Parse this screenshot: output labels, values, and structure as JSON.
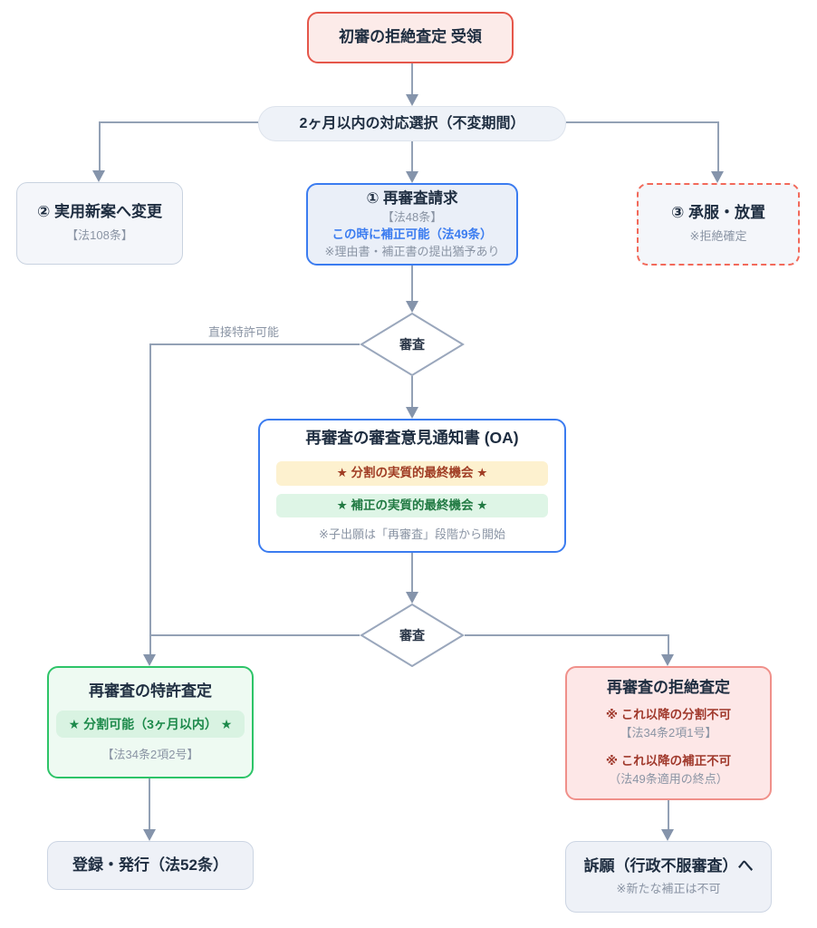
{
  "flow": {
    "start": {
      "title": "初審の拒絶査定 受領"
    },
    "decision_period": {
      "title": "2ヶ月以内の対応選択（不変期間）"
    },
    "option_utility": {
      "title": "② 実用新案へ変更",
      "note": "【法108条】"
    },
    "option_reexam": {
      "title": "① 再審査請求",
      "law": "【法48条】",
      "amend": "この時に補正可能（法49条）",
      "note": "※理由書・補正書の提出猶予あり"
    },
    "option_accept": {
      "title": "③ 承服・放置",
      "note": "※拒絶確定"
    },
    "exam1": {
      "label": "審査"
    },
    "direct_grant_label": "直接特許可能",
    "oa": {
      "title": "再審査の審査意見通知書 (OA)",
      "division_band": "★ 分割の実質的最終機会 ★",
      "amendment_band": "★ 補正の実質的最終機会 ★",
      "note": "※子出願は「再審査」段階から開始"
    },
    "exam2": {
      "label": "審査"
    },
    "grant": {
      "title": "再審査の特許査定",
      "band": "★ 分割可能（3ヶ月以内） ★",
      "law": "【法34条2項2号】"
    },
    "reject": {
      "title": "再審査の拒絶査定",
      "no_division": "※ これ以降の分割不可",
      "no_division_law": "【法34条2項1号】",
      "no_amendment": "※ これ以降の補正不可",
      "no_amendment_law": "（法49条適用の終点）"
    },
    "register": {
      "title": "登録・発行（法52条）"
    },
    "appeal": {
      "title": "訴願（行政不服審査）へ",
      "note": "※新たな補正は不可"
    }
  },
  "colors": {
    "start_border": "#e5564a",
    "start_fill": "#fcebe9",
    "blue_accent": "#3b7cf0",
    "green_accent": "#2dc468",
    "reject_border": "#f0908a",
    "reject_fill": "#fde7e7",
    "dashed_red": "#f2695a",
    "yellow_band_fill": "#fdf1cf",
    "yellow_band_text": "#a03d24",
    "green_band_fill": "#def5e6",
    "green_band_text": "#217a43",
    "line_gray": "#93a1b5",
    "title_text": "#1e2d40",
    "muted_text": "#8a94a4",
    "red_text": "#a0392c"
  }
}
